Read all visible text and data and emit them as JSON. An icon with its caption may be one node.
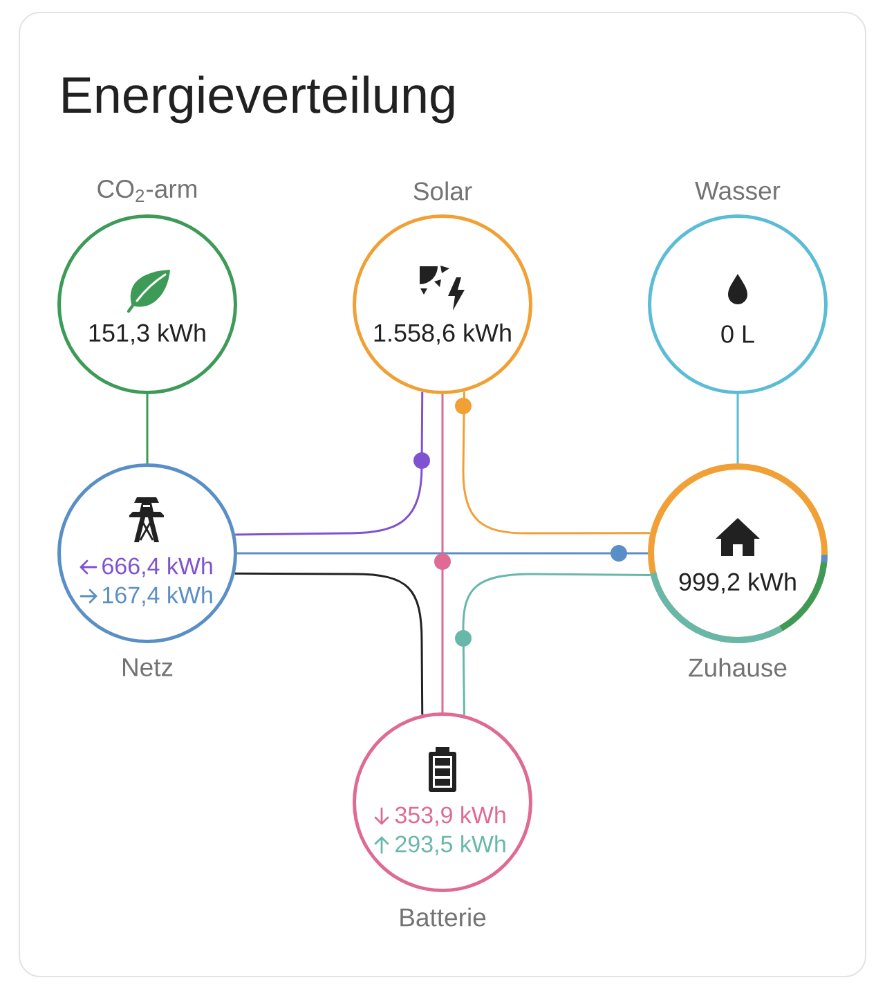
{
  "diagram": {
    "title": "Energieverteilung",
    "nodes": [
      {
        "text": [
          "151,3 kWh"
        ],
        "beside": [
          "CO$_{2}$-arm"
        ]
      },
      {
        "text": [
          "1.558,6 kWh"
        ],
        "beside": [
          "Solar"
        ]
      },
      {
        "text": [
          "0 L"
        ],
        "beside": [
          "Wasser"
        ]
      },
      {
        "text": [
          "666,4 kWh",
          "167,4 kWh"
        ],
        "beside": [
          "Netz"
        ]
      },
      {
        "text": [
          "999,2 kWh"
        ],
        "beside": [
          "Zuhause"
        ]
      },
      {
        "text": [
          "353,9 kWh",
          "293,5 kWh"
        ],
        "beside": [
          "Batterie"
        ]
      }
    ],
    "edges": [
      {
        "from": 0,
        "to": 3,
        "arrow": "none",
        "color": "#3d9a57"
      },
      {
        "from": 2,
        "to": 4,
        "arrow": "none",
        "color": "#5bbcd6"
      },
      {
        "from": 1,
        "to": 3,
        "arrow": "none",
        "color": "#7f52d1"
      },
      {
        "from": 1,
        "to": 5,
        "arrow": "none",
        "color": "#df6a93"
      },
      {
        "from": 1,
        "to": 4,
        "arrow": "none",
        "color": "#f0a035"
      },
      {
        "from": 3,
        "to": 4,
        "arrow": "none",
        "color": "#5a8ec6"
      },
      {
        "from": 3,
        "to": 5,
        "arrow": "none",
        "color": "#222222"
      },
      {
        "from": 5,
        "to": 4,
        "arrow": "none",
        "color": "#68b8aa"
      }
    ]
  }
}
